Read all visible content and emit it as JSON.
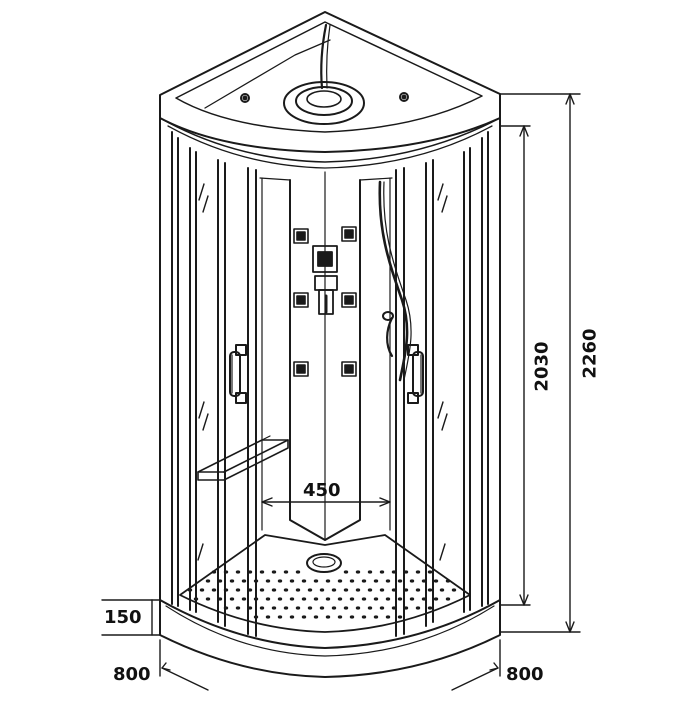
{
  "diagram": {
    "subject": "shower-cabin",
    "line_color": "#1a1a1a",
    "fill_color": "#ffffff",
    "dimensions": {
      "total_height": "2260",
      "cabin_height": "2030",
      "tray_height": "150",
      "inner_width": "450",
      "width_left": "800",
      "width_right": "800"
    }
  }
}
